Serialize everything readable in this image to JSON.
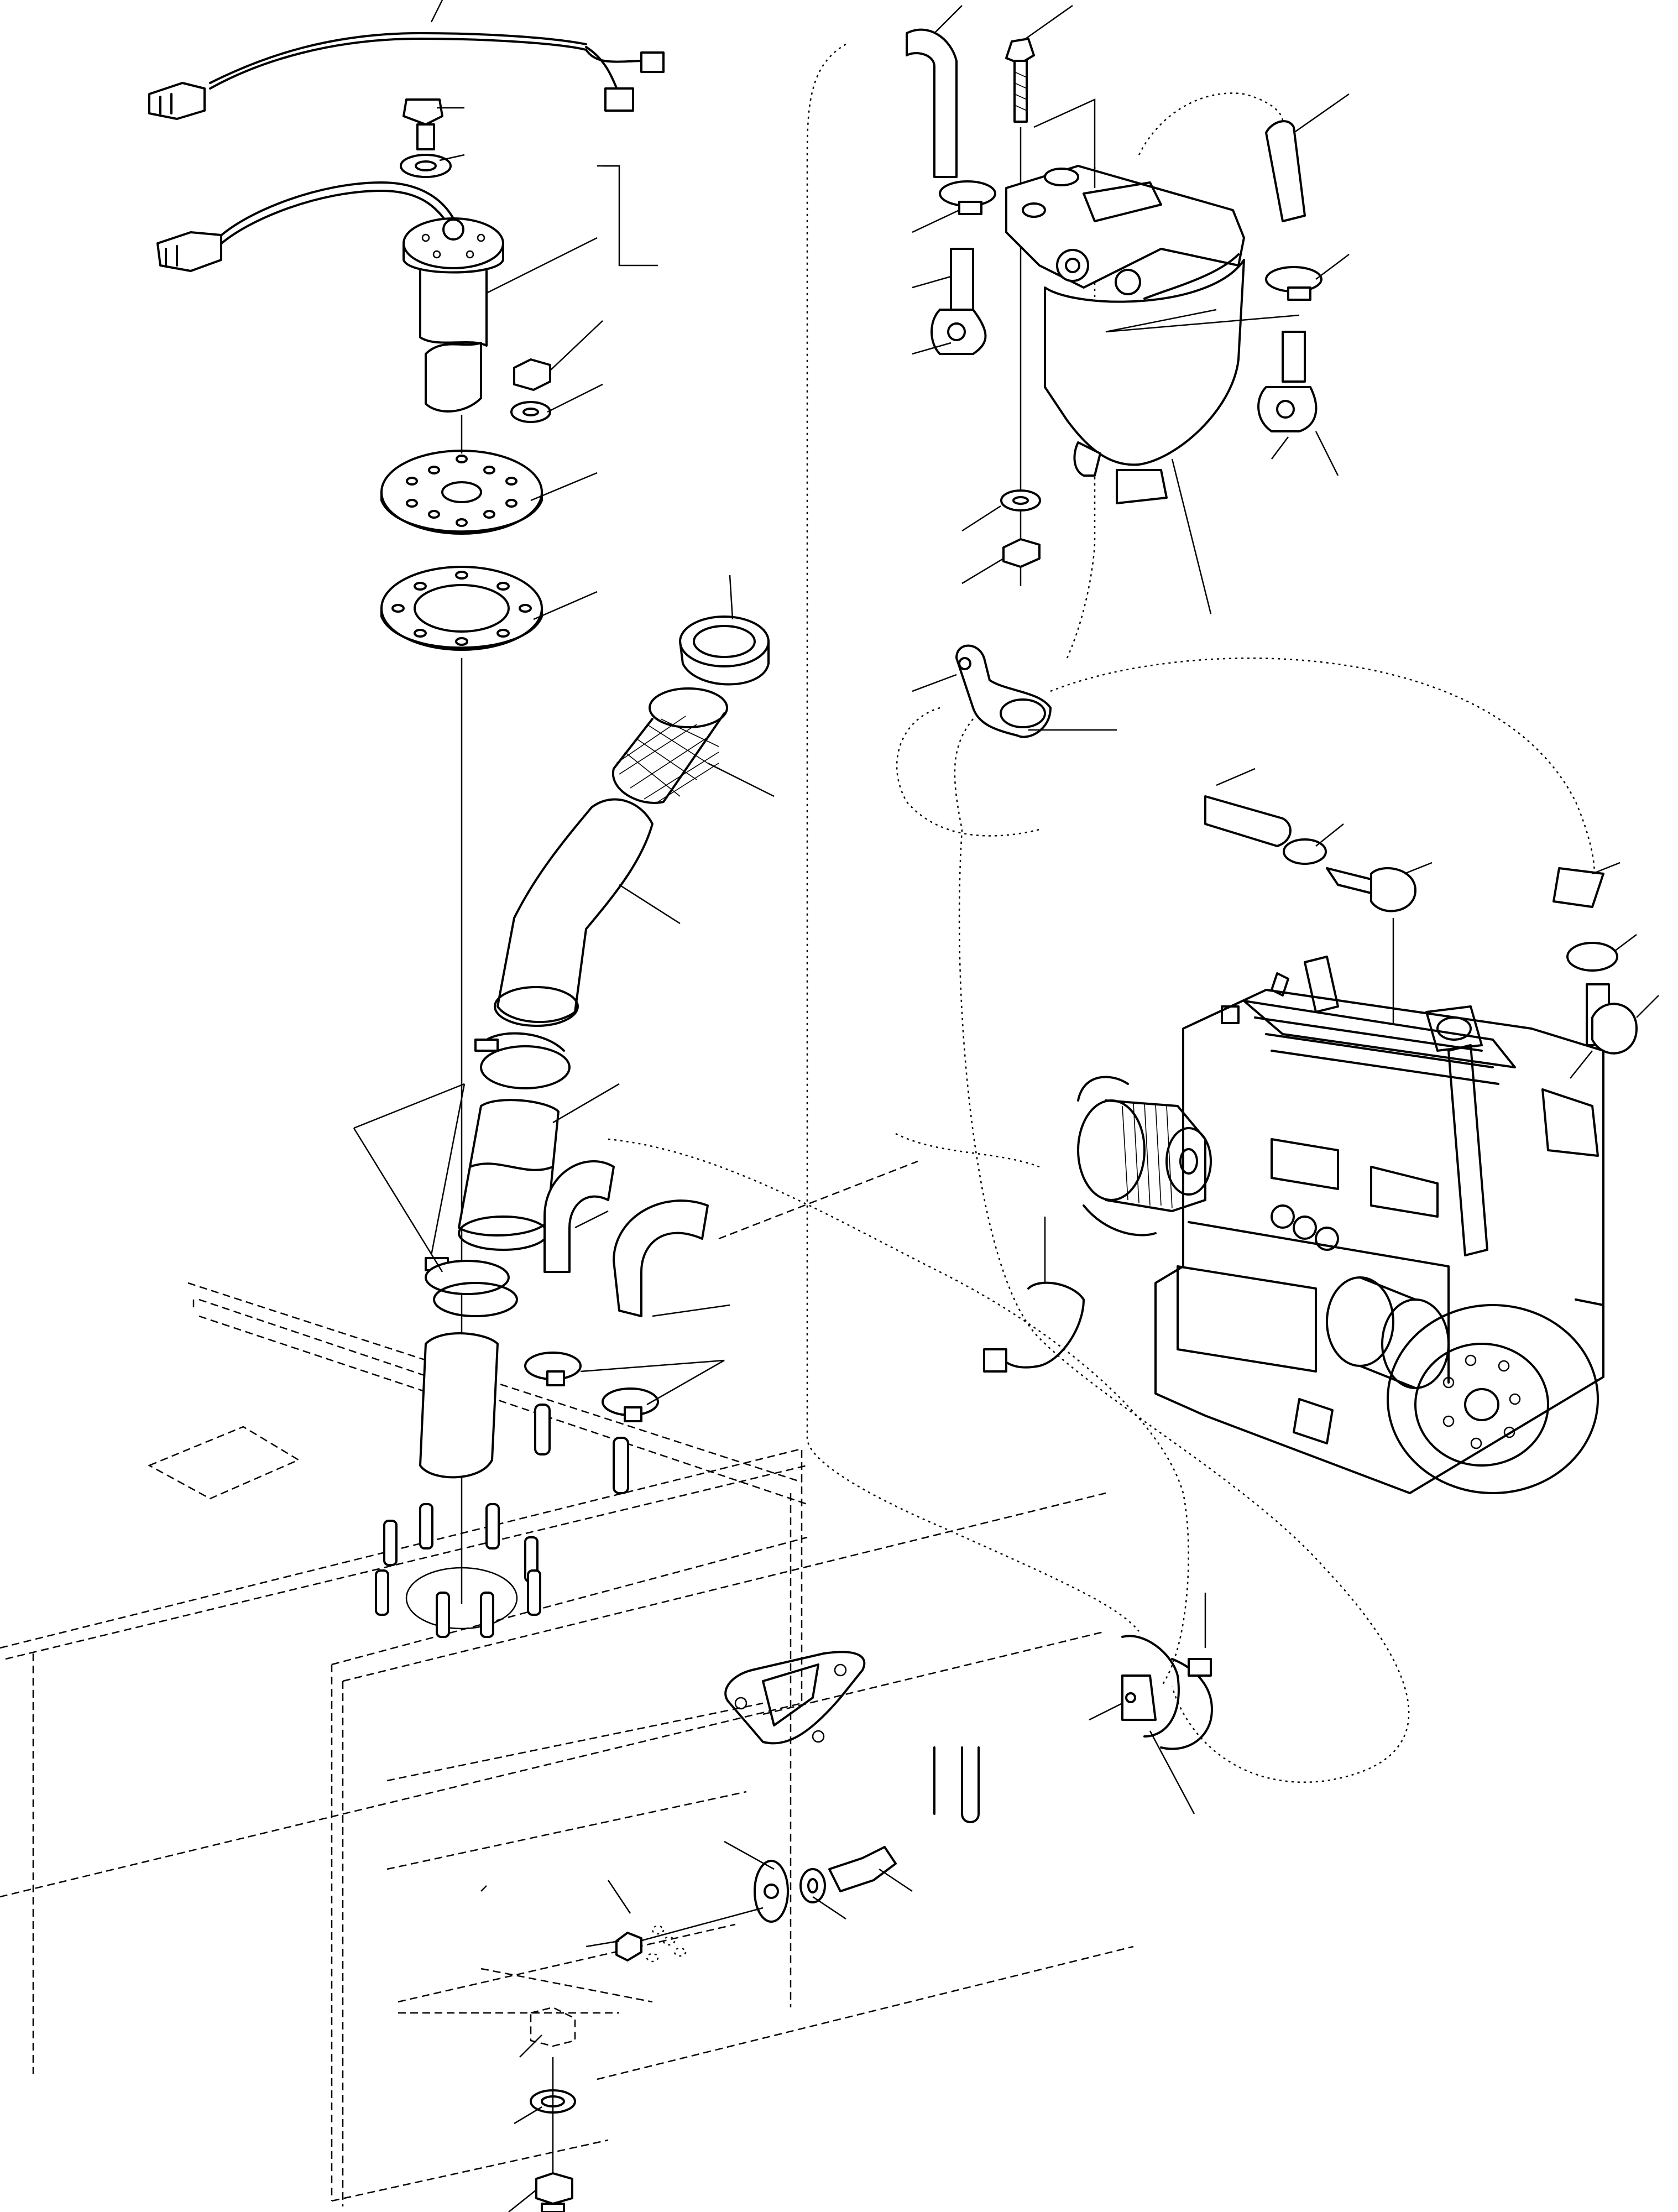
{
  "diagram": {
    "kind": "exploded-parts-drawing",
    "text_labels": [],
    "assemblies": [
      "fuel-level-sender-wiring",
      "fuel-level-sender-unit",
      "fuel-tank",
      "fuel-strainer",
      "filler-hose",
      "fuel-filter",
      "engine",
      "fuel-lines",
      "drain-plug"
    ],
    "line_color": "#000000",
    "background": "#ffffff"
  }
}
